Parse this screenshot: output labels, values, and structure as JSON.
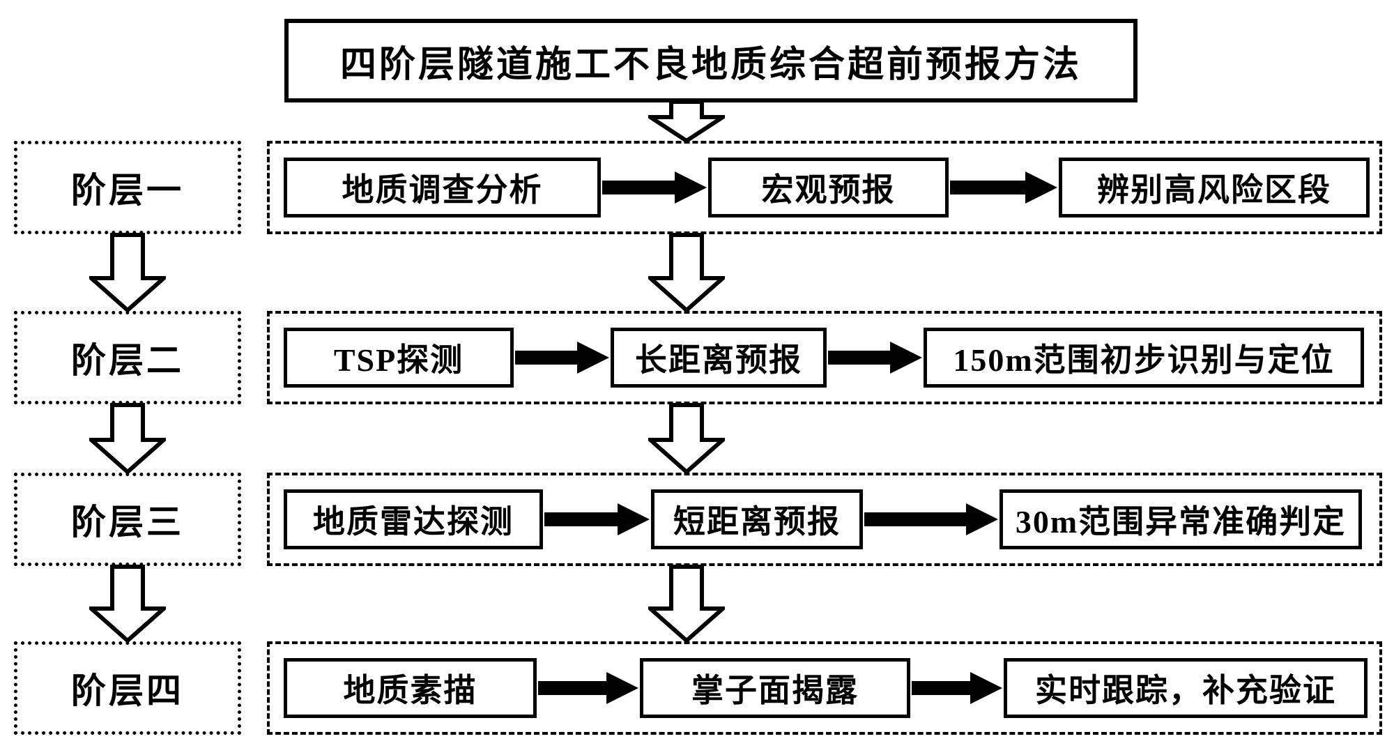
{
  "figure": {
    "title": "四阶层隧道施工不良地质综合超前预报方法",
    "rows": [
      {
        "stage": "阶层一",
        "steps": [
          "地质调查分析",
          "宏观预报",
          "辨别高风险区段"
        ]
      },
      {
        "stage": "阶层二",
        "steps": [
          "TSP探测",
          "长距离预报",
          "150m范围初步识别与定位"
        ]
      },
      {
        "stage": "阶层三",
        "steps": [
          "地质雷达探测",
          "短距离预报",
          "30m范围异常准确判定"
        ]
      },
      {
        "stage": "阶层四",
        "steps": [
          "地质素描",
          "掌子面揭露",
          "实时跟踪，补充验证"
        ]
      }
    ],
    "colors": {
      "ink": "#000000",
      "background": "#ffffff"
    }
  }
}
